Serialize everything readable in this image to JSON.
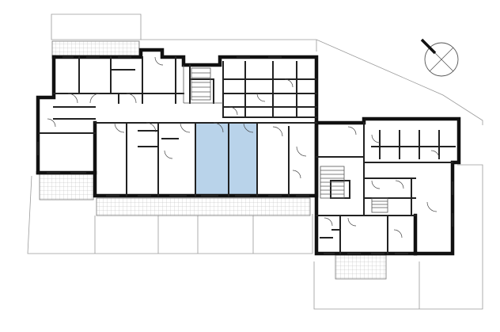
{
  "plan": {
    "highlight_color": "#b9d3ea",
    "wall_color": "#111111",
    "terrace_pattern": "grid-hatch",
    "highlighted_units": [
      "apartment-left",
      "apartment-right"
    ],
    "north_arrow": "north-arrow-icon"
  }
}
